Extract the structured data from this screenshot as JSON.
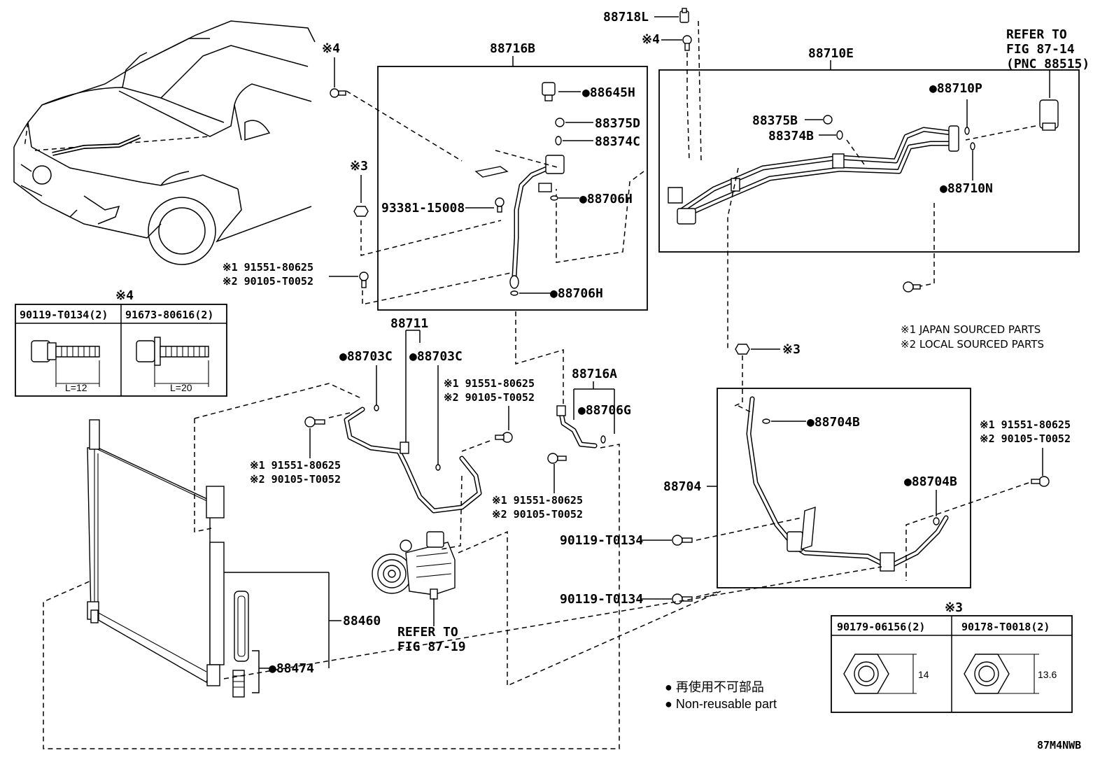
{
  "labels": {
    "p88718L": "88718L",
    "n4_top_mid": "※4",
    "n4_top_left": "※4",
    "p88716B": "88716B",
    "p88710E": "88710E",
    "refer87_14": [
      "REFER TO",
      "FIG 87-14",
      "(PNC 88515)"
    ],
    "p88645H": "●88645H",
    "p88375D": "88375D",
    "p88374C": "88374C",
    "p88706H_a": "●88706H",
    "p88706H_b": "●88706H",
    "p93381": "93381-15008",
    "n3_left": "※3",
    "p88375B": "88375B",
    "p88374B": "88374B",
    "p88710P": "●88710P",
    "p88710N": "●88710N",
    "bolt_left_1": "※1 91551-80625",
    "bolt_left_2": "※2 90105-T0052",
    "n4_table": "※4",
    "p88711": "88711",
    "p88703C_a": "●88703C",
    "p88703C_b": "●88703C",
    "bolt_mid_1": "※1 91551-80625",
    "bolt_mid_2": "※2 90105-T0052",
    "p88716A": "88716A",
    "p88706G": "●88706G",
    "bolt_cond_1": "※1 91551-80625",
    "bolt_cond_2": "※2 90105-T0052",
    "bolt_comp_1": "※1 91551-80625",
    "bolt_comp_2": "※2 90105-T0052",
    "sourced_1": "※1 JAPAN SOURCED PARTS",
    "sourced_2": "※2 LOCAL SOURCED PARTS",
    "n3_right": "※3",
    "p88704B_a": "●88704B",
    "p88704B_b": "●88704B",
    "p88704": "88704",
    "bolt_right_1": "※1 91551-80625",
    "bolt_right_2": "※2 90105-T0052",
    "p90119_a": "90119-T0134",
    "p90119_b": "90119-T0134",
    "p88460": "88460",
    "p88474": "●88474",
    "refer87_19": [
      "REFER TO",
      "FIG 87-19"
    ],
    "n3_table": "※3",
    "legend_jp": "● 再使用不可部品",
    "legend_en": "● Non-reusable part",
    "figure_code": "87M4NWB"
  },
  "table4": {
    "headers": [
      "90119-T0134(2)",
      "91673-80616(2)"
    ],
    "dims": [
      "L=12",
      "L=20"
    ]
  },
  "table3": {
    "headers": [
      "90179-06156(2)",
      "90178-T0018(2)"
    ],
    "dims": [
      "14",
      "13.6"
    ]
  }
}
